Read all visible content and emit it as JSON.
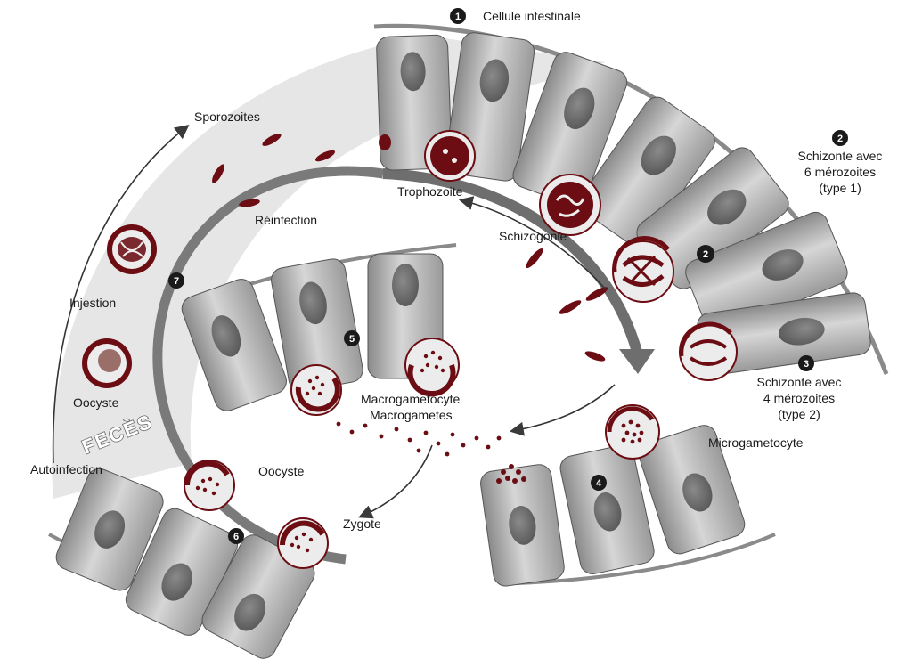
{
  "labels": {
    "cellule_intestinale": "Cellule intestinale",
    "sporozoites": "Sporozoites",
    "trophozoite": "Trophozoite",
    "reinfection": "Réinfection",
    "schizogonie": "Schizogonie",
    "schizonte1_l1": "Schizonte avec",
    "schizonte1_l2": "6 mérozoites",
    "schizonte1_l3": "(type 1)",
    "schizonte2_l1": "Schizonte avec",
    "schizonte2_l2": "4 mérozoites",
    "schizonte2_l3": "(type 2)",
    "injestion": "Injestion",
    "oocyste_left": "Oocyste",
    "feces": "FECÈS",
    "autoinfection": "Autoinfection",
    "oocyste_bottom": "Oocyste",
    "zygote": "Zygote",
    "macrogametocyte": "Macrogametocyte",
    "macrogametes": "Macrogametes",
    "microgametocyte": "Microgametocyte"
  },
  "step_numbers": {
    "s1": "1",
    "s2": "2",
    "s2b": "2",
    "s3": "3",
    "s4": "4",
    "s5": "5",
    "s6": "6",
    "s7": "7"
  },
  "colors": {
    "parasite": "#6b0d12",
    "cell_fill": "#a8a8a8",
    "nucleus": "#6e6e6e",
    "arc": "#737373",
    "background_arc": "#e6e6e6"
  }
}
